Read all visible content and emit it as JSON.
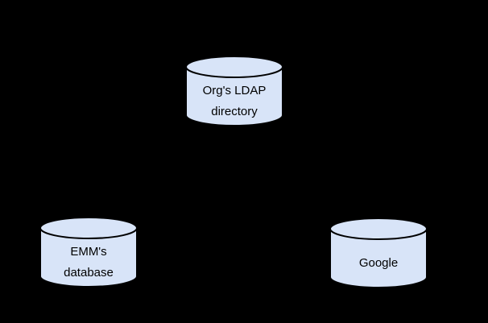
{
  "background_color": "#000000",
  "diagram": {
    "type": "database-topology",
    "node_shape": "cylinder",
    "node_fill": "#d8e4f8",
    "node_stroke": "#000000",
    "text_color": "#000000",
    "nodes": [
      {
        "id": "org-ldap-directory",
        "lines": [
          "Org's LDAP",
          "directory"
        ],
        "position": "top-center"
      },
      {
        "id": "emm-database",
        "lines": [
          "EMM's",
          "database"
        ],
        "position": "bottom-left"
      },
      {
        "id": "google",
        "lines": [
          "Google"
        ],
        "position": "bottom-right"
      }
    ]
  }
}
